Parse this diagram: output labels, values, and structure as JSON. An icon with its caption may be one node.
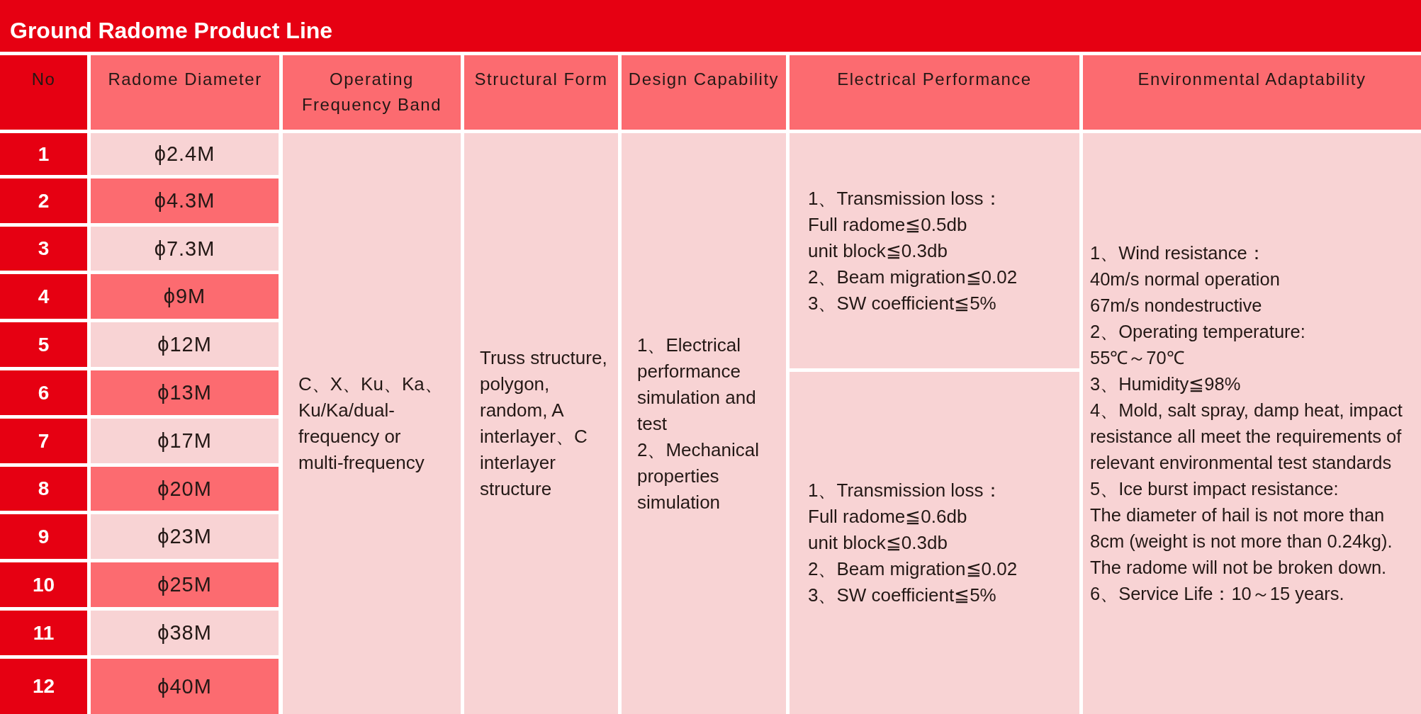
{
  "diagram": {
    "title": "Ground Radome Product Line",
    "nodes": [
      {
        "text": [
          "No"
        ]
      },
      {
        "text": [
          "Radome Diameter"
        ]
      },
      {
        "text": [
          "Operating Frequency Band"
        ]
      },
      {
        "text": [
          "Structural Form"
        ]
      },
      {
        "text": [
          "Design Capability"
        ]
      },
      {
        "text": [
          "Electrical Performance"
        ]
      },
      {
        "text": [
          "Environmental Adaptability"
        ]
      },
      {
        "text": [
          "1"
        ]
      },
      {
        "text": [
          "ϕ2.4M"
        ]
      },
      {
        "text": [
          "2"
        ]
      },
      {
        "text": [
          "ϕ4.3M"
        ]
      },
      {
        "text": [
          "3"
        ]
      },
      {
        "text": [
          "ϕ7.3M"
        ]
      },
      {
        "text": [
          "4"
        ]
      },
      {
        "text": [
          "ϕ9M"
        ]
      },
      {
        "text": [
          "5"
        ]
      },
      {
        "text": [
          "ϕ12M"
        ]
      },
      {
        "text": [
          "6"
        ]
      },
      {
        "text": [
          "ϕ13M"
        ]
      },
      {
        "text": [
          "7"
        ]
      },
      {
        "text": [
          "ϕ17M"
        ]
      },
      {
        "text": [
          "8"
        ]
      },
      {
        "text": [
          "ϕ20M"
        ]
      },
      {
        "text": [
          "9"
        ]
      },
      {
        "text": [
          "ϕ23M"
        ]
      },
      {
        "text": [
          "10"
        ]
      },
      {
        "text": [
          "ϕ25M"
        ]
      },
      {
        "text": [
          "11"
        ]
      },
      {
        "text": [
          "ϕ38M"
        ]
      },
      {
        "text": [
          "12"
        ]
      },
      {
        "text": [
          "ϕ40M"
        ]
      },
      {
        "text": [
          "C、X、Ku、Ka、Ku/Ka/dual-frequency or multi-frequency"
        ]
      },
      {
        "text": [
          "Truss structure, polygon, random, A interlayer、C interlayer structure"
        ]
      },
      {
        "text": [
          "1、Electrical performance simulation and test",
          "2、Mechanical properties simulation"
        ]
      },
      {
        "text": [
          "1、Transmission loss：",
          "Full radome≦0.5db",
          "unit block≦0.3db",
          "2、Beam migration≦0.02",
          "3、SW coefficient≦5%"
        ]
      },
      {
        "text": [
          "1、Transmission loss：",
          "Full radome≦0.6db",
          "unit block≦0.3db",
          "2、Beam migration≦0.02",
          "3、SW coefficient≦5%"
        ]
      },
      {
        "text": [
          "1、Wind resistance：",
          "40m/s normal operation",
          "67m/s nondestructive",
          "2、Operating temperature:",
          "55℃～70℃",
          "3、Humidity≦98%",
          "4、Mold, salt spray, damp heat, impact resistance all meet the requirements of relevant environmental test standards",
          "5、Ice burst impact resistance:",
          "The diameter of hail is not more than 8cm (weight is not more than 0.24kg). The radome will not be broken down.",
          "6、Service Life：10～15 years."
        ]
      }
    ]
  }
}
